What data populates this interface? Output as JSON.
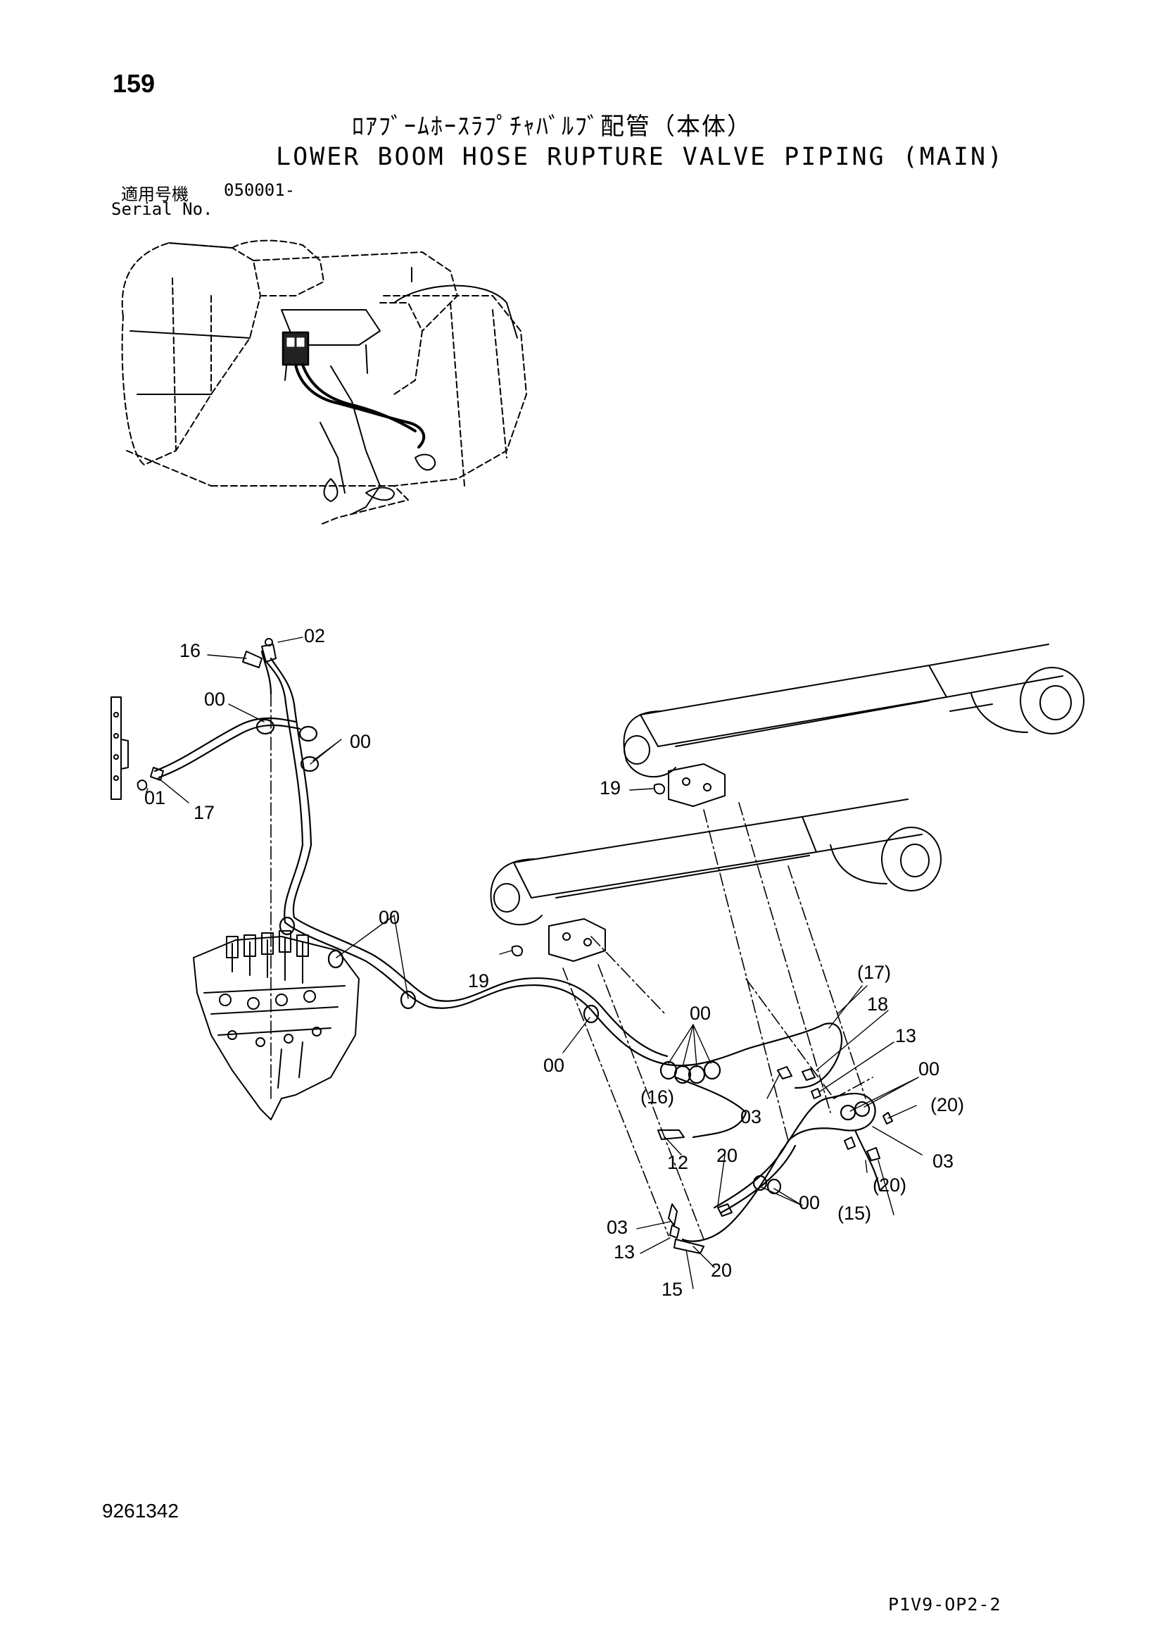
{
  "header": {
    "page_number": "159",
    "title_jp": "ﾛｱﾌﾞｰﾑﾎｰｽﾗﾌﾟﾁｬﾊﾞﾙﾌﾞ配管（本体）",
    "title_en": "LOWER BOOM HOSE RUPTURE VALVE PIPING (MAIN)",
    "serial_label_jp": "適用号機",
    "serial_value": "050001-",
    "serial_label_en": "Serial No."
  },
  "footer": {
    "drawing_number": "9261342",
    "page_code": "P1V9-OP2-2"
  },
  "callouts": {
    "c16_top": "16",
    "c02": "02",
    "c00_a": "00",
    "c00_b": "00",
    "c17_left": "17",
    "c01": "01",
    "c19_upper": "19",
    "c00_c": "00",
    "c19_lower": "19",
    "c17_paren": "(17)",
    "c18": "18",
    "c00_d": "00",
    "c00_e": "00",
    "c13_right": "13",
    "c00_f": "00",
    "c16_paren": "(16)",
    "c20_paren_a": "(20)",
    "c03_mid": "03",
    "c03_right": "03",
    "c20_mid": "20",
    "c12": "12",
    "c20_paren_b": "(20)",
    "c00_g": "00",
    "c15_paren": "(15)",
    "c03_low": "03",
    "c13_low": "13",
    "c20_low": "20",
    "c15_low": "15"
  }
}
